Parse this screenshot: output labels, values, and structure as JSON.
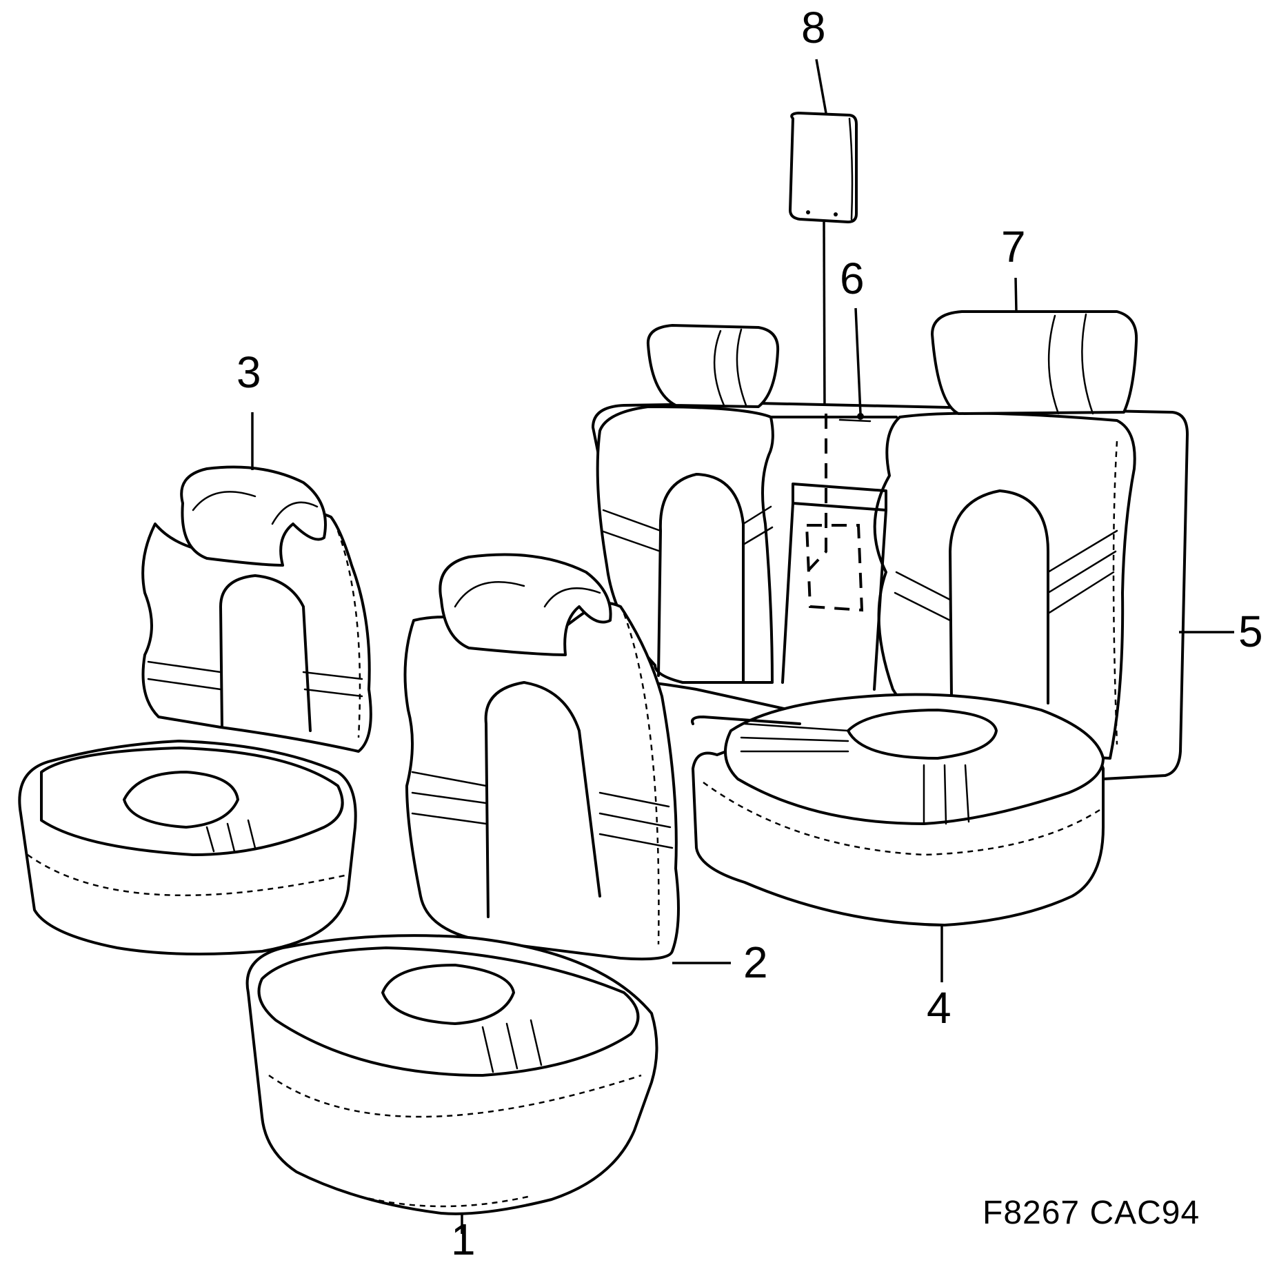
{
  "diagram": {
    "type": "exploded parts illustration",
    "subject": "car seat upholstery / seats (front seats, rear bench, headrests, armrest cover)",
    "drawing_code": "F8267 CAC94",
    "callouts": [
      {
        "id": "1",
        "label": "1",
        "points_to": "front seat cushion (front-right)"
      },
      {
        "id": "2",
        "label": "2",
        "points_to": "front seat backrest (front-right)"
      },
      {
        "id": "3",
        "label": "3",
        "points_to": "front seat backrest with headrest (left)"
      },
      {
        "id": "4",
        "label": "4",
        "points_to": "rear seat cushion"
      },
      {
        "id": "5",
        "label": "5",
        "points_to": "rear seat backrest"
      },
      {
        "id": "6",
        "label": "6",
        "points_to": "rear centre panel / armrest"
      },
      {
        "id": "7",
        "label": "7",
        "points_to": "rear headrest"
      },
      {
        "id": "8",
        "label": "8",
        "points_to": "ski-hatch / armrest cover"
      }
    ]
  }
}
